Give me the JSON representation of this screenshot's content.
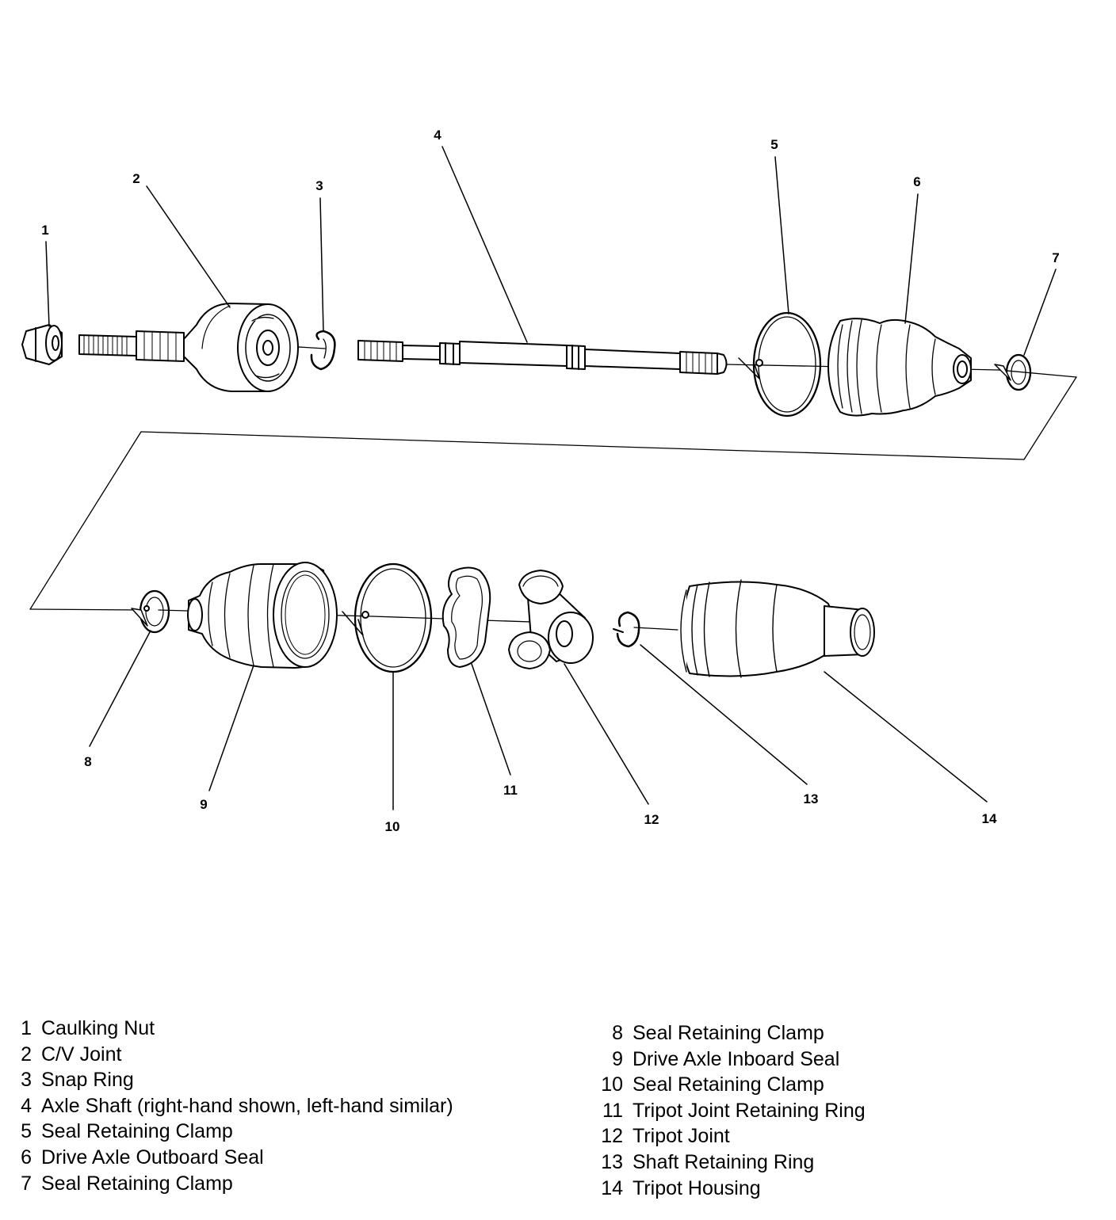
{
  "callouts": [
    "1",
    "2",
    "3",
    "4",
    "5",
    "6",
    "7",
    "8",
    "9",
    "10",
    "11",
    "12",
    "13",
    "14"
  ],
  "legend": {
    "left": [
      {
        "num": "1",
        "label": "Caulking Nut"
      },
      {
        "num": "2",
        "label": "C/V Joint"
      },
      {
        "num": "3",
        "label": "Snap Ring"
      },
      {
        "num": "4",
        "label": "Axle Shaft (right-hand shown, left-hand similar)"
      },
      {
        "num": "5",
        "label": "Seal Retaining Clamp"
      },
      {
        "num": "6",
        "label": "Drive Axle Outboard Seal"
      },
      {
        "num": "7",
        "label": "Seal Retaining Clamp"
      }
    ],
    "right": [
      {
        "num": "8",
        "label": "Seal Retaining Clamp"
      },
      {
        "num": "9",
        "label": "Drive Axle Inboard Seal"
      },
      {
        "num": "10",
        "label": "Seal Retaining Clamp"
      },
      {
        "num": "11",
        "label": "Tripot Joint Retaining Ring"
      },
      {
        "num": "12",
        "label": "Tripot Joint"
      },
      {
        "num": "13",
        "label": "Shaft Retaining Ring"
      },
      {
        "num": "14",
        "label": "Tripot Housing"
      }
    ]
  }
}
